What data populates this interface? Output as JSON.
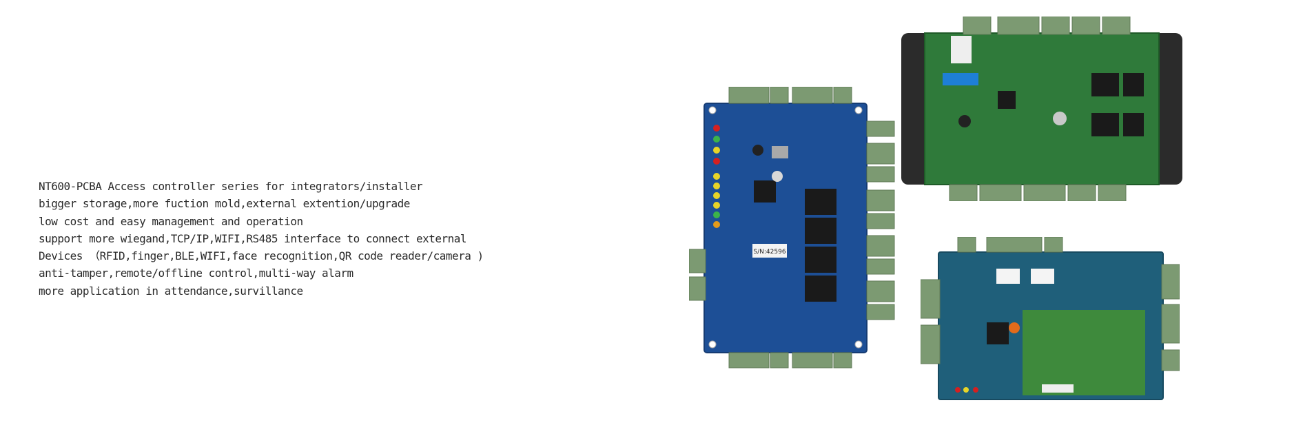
{
  "description_lines": [
    "NT600-PCBA Access controller series for integrators/installer",
    "bigger storage,more fuction mold,external extention/upgrade",
    "low cost and easy management and operation",
    "support more wiegand,TCP/IP,WIFI,RS485 interface to connect external",
    "Devices （RFID,finger,BLE,WIFI,face recognition,QR code reader/camera )",
    "anti-tamper,remote/offline control,multi-way alarm",
    "more application in attendance,survillance"
  ],
  "boards": {
    "blue": {
      "serial_label": "S/N:42596",
      "pcb_color": "#1d4f96"
    },
    "green": {
      "pcb_color": "#2f7a3a",
      "enclosure_color": "#2b2b2b"
    },
    "teal": {
      "pcb_color": "#1f5f7a",
      "module_color": "#3e8a3c"
    }
  },
  "colors": {
    "terminal_block": "#7c9a72",
    "relay": "#1a1a1a",
    "text": "#2a2a2a"
  }
}
